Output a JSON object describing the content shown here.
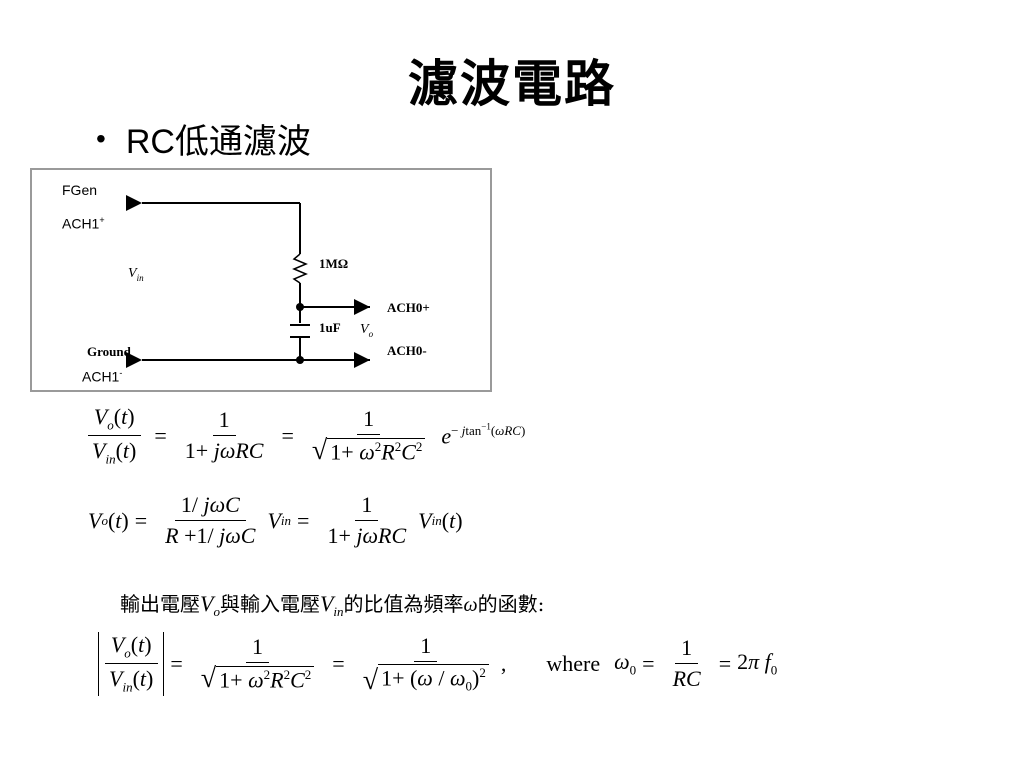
{
  "title": "濾波電路",
  "bullet": {
    "symbol": "•",
    "text": "RC低通濾波"
  },
  "circuit": {
    "fgen_label": "FGen",
    "ach1_plus_label": "ACH1",
    "ach1_plus_sup": "+",
    "vin_label": "V",
    "vin_sub": "in",
    "resistor_label": "1MΩ",
    "capacitor_label": "1uF",
    "vo_label": "V",
    "vo_sub": "o",
    "ach0_plus_label": "ACH0+",
    "ach0_minus_label": "ACH0-",
    "ground_label": "Ground",
    "ach1_minus_label": "ACH1",
    "ach1_minus_sup": "-"
  },
  "caption": {
    "part1": "輸出電壓",
    "v": "V",
    "o": "o",
    "part2": "與輸入電壓",
    "in": "in",
    "part3": "的比值為頻率",
    "omega": "ω",
    "part4": "的函數:"
  },
  "equations": {
    "where_label": "where"
  }
}
